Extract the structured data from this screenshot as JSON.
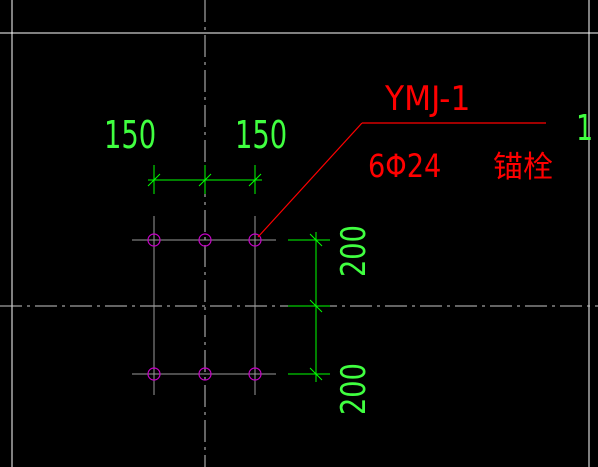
{
  "drawing": {
    "background": "#000000",
    "colors": {
      "frame": "#ffffff",
      "centerline": "#c8c8c8",
      "gridline": "#9a9a9a",
      "dimension": "#00ff00",
      "dimension_text": "#40ff40",
      "leader": "#ff0000",
      "anchor_bolt": "#c800c8"
    },
    "dimensions": {
      "horizontal_left": "150",
      "horizontal_right": "150",
      "vertical_top": "200",
      "vertical_bottom": "200"
    },
    "label": {
      "name": "YMJ-1",
      "spec": "6Φ24",
      "type": "锚栓",
      "edge_char": "1"
    },
    "anchor_bolts": {
      "count": 6,
      "columns": 3,
      "rows": 2
    }
  }
}
